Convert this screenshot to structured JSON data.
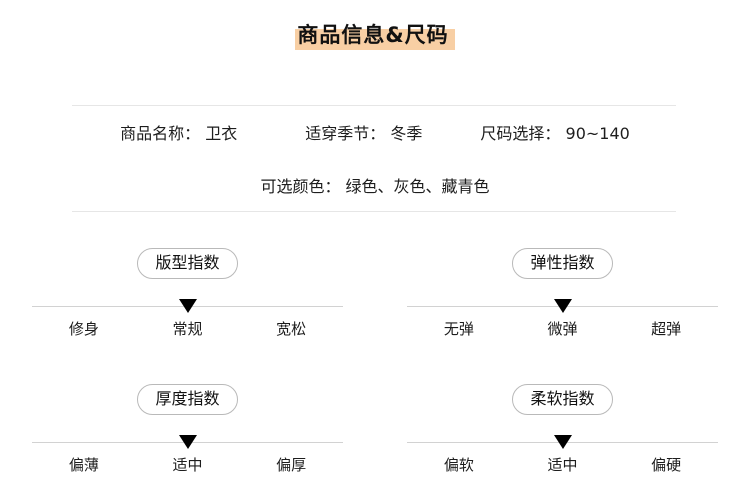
{
  "page": {
    "title": "商品信息&尺码",
    "title_highlight_color": "#f8cfa4",
    "background_color": "#ffffff",
    "divider_color": "#e6e6e6",
    "marker_color": "#000000"
  },
  "product_info": {
    "rows": [
      [
        {
          "label": "商品名称：",
          "value": "卫衣"
        },
        {
          "label": "适穿季节：",
          "value": "冬季"
        },
        {
          "label": "尺码选择：",
          "value": "90~140"
        }
      ],
      [
        {
          "label": "可选颜色：",
          "value": "绿色、灰色、藏青色"
        }
      ]
    ]
  },
  "indices": [
    {
      "name": "版型指数",
      "options": [
        "修身",
        "常规",
        "宽松"
      ],
      "selected_index": 1
    },
    {
      "name": "弹性指数",
      "options": [
        "无弹",
        "微弹",
        "超弹"
      ],
      "selected_index": 1
    },
    {
      "name": "厚度指数",
      "options": [
        "偏薄",
        "适中",
        "偏厚"
      ],
      "selected_index": 1
    },
    {
      "name": "柔软指数",
      "options": [
        "偏软",
        "适中",
        "偏硬"
      ],
      "selected_index": 1
    }
  ]
}
